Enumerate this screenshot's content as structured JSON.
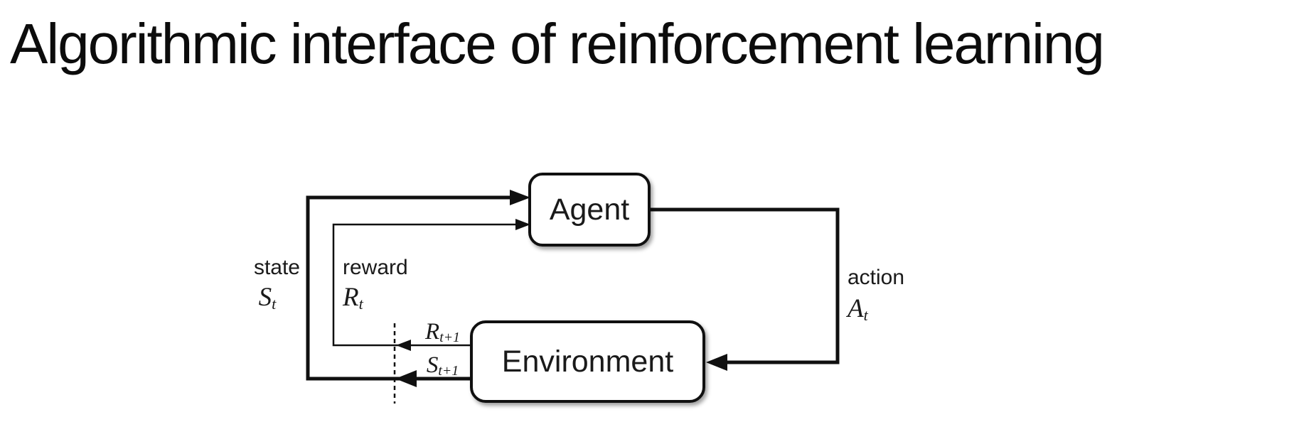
{
  "title": "Algorithmic interface of reinforcement learning",
  "diagram": {
    "agent_label": "Agent",
    "environment_label": "Environment",
    "labels": {
      "state_word": "state",
      "state_symbol": {
        "base": "S",
        "sub": "t"
      },
      "reward_word": "reward",
      "reward_symbol": {
        "base": "R",
        "sub": "t"
      },
      "action_word": "action",
      "action_symbol": {
        "base": "A",
        "sub": "t"
      },
      "next_reward_symbol": {
        "base": "R",
        "sub": "t+1"
      },
      "next_state_symbol": {
        "base": "S",
        "sub": "t+1"
      }
    },
    "colors": {
      "background": "#ffffff",
      "line": "#101010",
      "text": "#1a1a1a",
      "box_fill": "#ffffff"
    }
  }
}
